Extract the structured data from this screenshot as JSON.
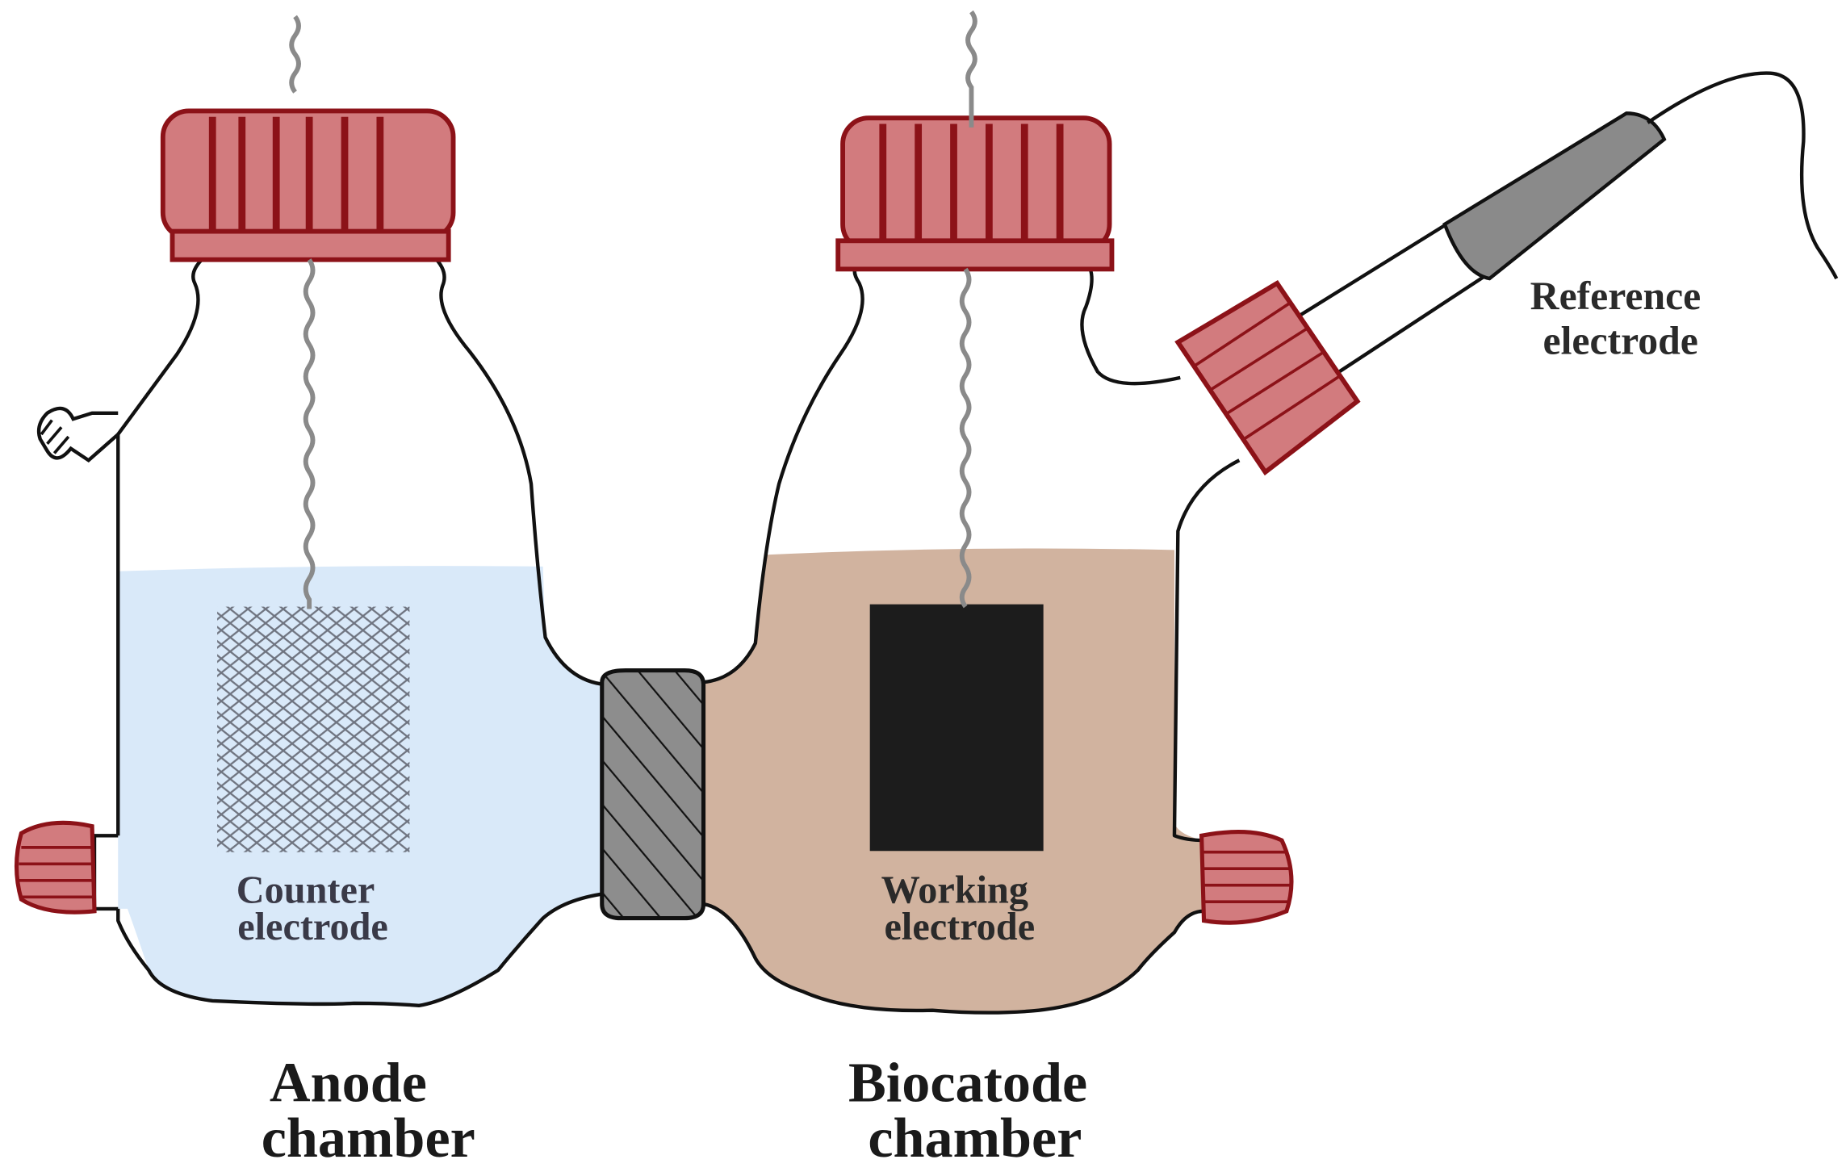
{
  "colors": {
    "cap_fill": "#d27b7e",
    "cap_stroke": "#8c1218",
    "anode_liquid": "#d9e9f9",
    "cathode_liquid": "#d1b39f",
    "membrane_fill": "#8d8d8d",
    "working_electrode": "#1c1c1c",
    "wire": "#8a8a8a",
    "outline": "#111111"
  },
  "icons": {
    "anode_cap": "screw-cap-icon",
    "cathode_cap": "screw-cap-icon",
    "sampling_port": "sampling-port-icon",
    "reference_electrode": "reference-electrode-icon",
    "membrane": "membrane-icon",
    "counter_electrode": "mesh-electrode-icon",
    "working_electrode": "carbon-felt-electrode-icon"
  },
  "labels": {
    "counter_electrode": [
      "Counter",
      "electrode"
    ],
    "working_electrode": [
      "Working",
      "electrode"
    ],
    "reference_electrode": [
      "Reference",
      "electrode"
    ],
    "anode_chamber": [
      "Anode",
      "chamber"
    ],
    "biocathode_chamber": [
      "Biocatode",
      "chamber"
    ]
  }
}
